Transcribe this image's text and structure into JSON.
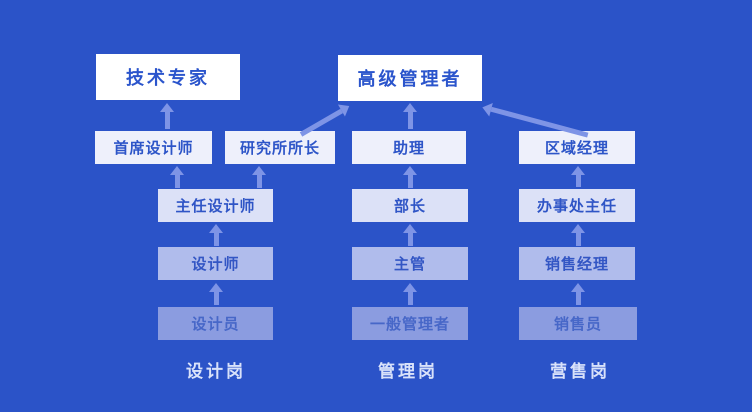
{
  "diagram": {
    "nodes": {
      "tech_expert": "技术专家",
      "senior_manager": "高级管理者",
      "chief_designer": "首席设计师",
      "institute_head": "研究所所长",
      "assistant": "助理",
      "regional_manager": "区域经理",
      "director_designer": "主任设计师",
      "department_head": "部长",
      "office_director": "办事处主任",
      "designer": "设计师",
      "supervisor": "主管",
      "sales_manager": "销售经理",
      "design_staff": "设计员",
      "general_manager": "一般管理者",
      "salesperson": "销售员"
    },
    "footers": {
      "design": "设计岗",
      "management": "管理岗",
      "sales": "营售岗"
    },
    "edges": [
      {
        "from": "首席设计师",
        "to": "技术专家"
      },
      {
        "from": "研究所所长",
        "to": "高级管理者"
      },
      {
        "from": "助理",
        "to": "高级管理者"
      },
      {
        "from": "区域经理",
        "to": "高级管理者"
      },
      {
        "from": "主任设计师",
        "to": "首席设计师"
      },
      {
        "from": "主任设计师",
        "to": "研究所所长"
      },
      {
        "from": "设计师",
        "to": "主任设计师"
      },
      {
        "from": "设计员",
        "to": "设计师"
      },
      {
        "from": "部长",
        "to": "助理"
      },
      {
        "from": "主管",
        "to": "部长"
      },
      {
        "from": "一般管理者",
        "to": "主管"
      },
      {
        "from": "办事处主任",
        "to": "区域经理"
      },
      {
        "from": "销售经理",
        "to": "办事处主任"
      },
      {
        "from": "销售员",
        "to": "销售经理"
      }
    ],
    "colors": {
      "background": "#2B53C8",
      "level1_box": "#FFFFFF",
      "level2_box": "#EEF0FB",
      "level3_box": "#DCE1F7",
      "level4_box": "#B0BCEC",
      "level5_box": "#8B9CE0",
      "box_text": "#2D55C8",
      "arrow": "#7E94E6",
      "footer_text": "#D9E2FA"
    }
  }
}
